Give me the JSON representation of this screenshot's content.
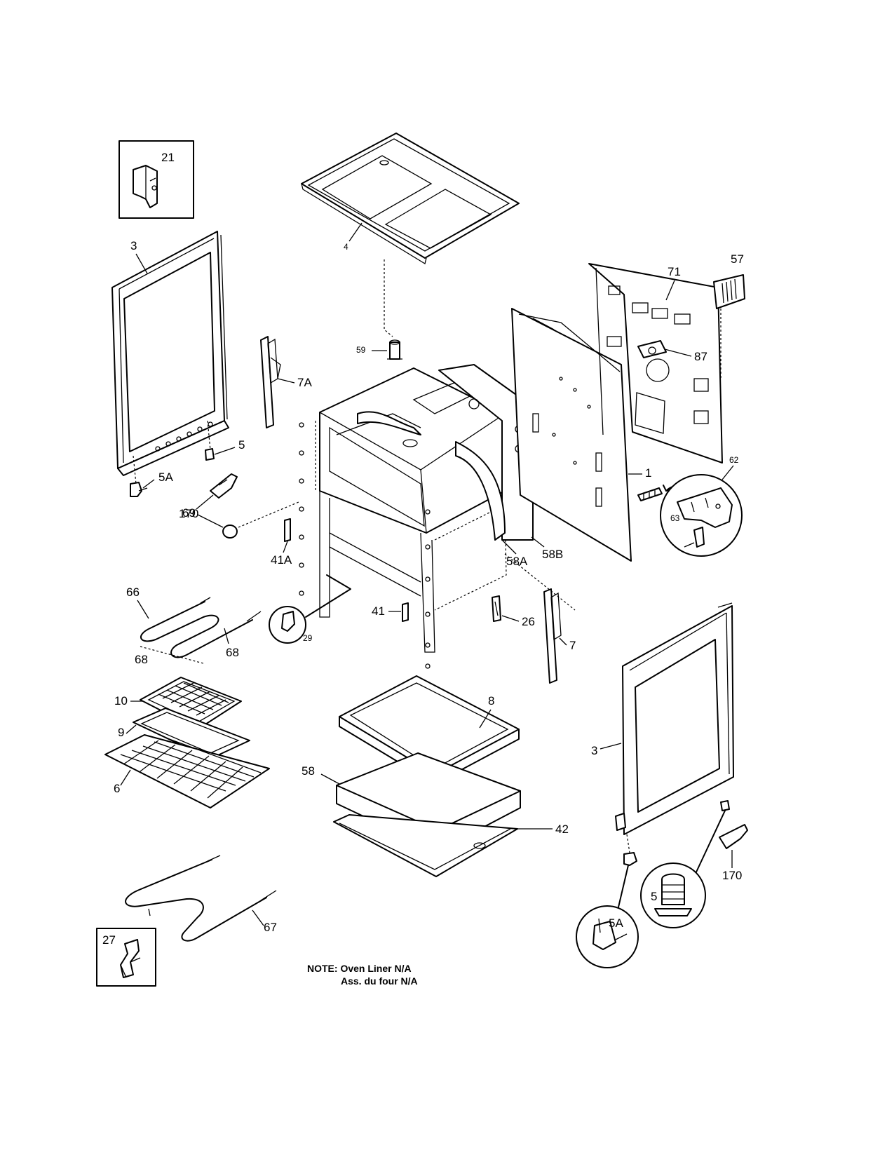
{
  "callouts": {
    "c21": "21",
    "c3_left": "3",
    "c4": "4",
    "c59": "59",
    "c7A": "7A",
    "c5_left": "5",
    "c5A_left": "5A",
    "c170_left": "170",
    "c57": "57",
    "c71": "71",
    "c87": "87",
    "c1": "1",
    "c62": "62",
    "c63": "63",
    "c69": "69",
    "c41A": "41A",
    "c58A": "58A",
    "c58B": "58B",
    "c66": "66",
    "c68_a": "68",
    "c68_b": "68",
    "c29": "29",
    "c41": "41",
    "c26": "26",
    "c7": "7",
    "c10": "10",
    "c9": "9",
    "c6": "6",
    "c8": "8",
    "c58": "58",
    "c42": "42",
    "c3_right": "3",
    "c170_right": "170",
    "c5_right": "5",
    "c5A_right": "5A",
    "c27": "27",
    "c67": "67"
  },
  "note": {
    "line1": "NOTE: Oven Liner N/A",
    "line2": "Ass. du four N/A"
  }
}
